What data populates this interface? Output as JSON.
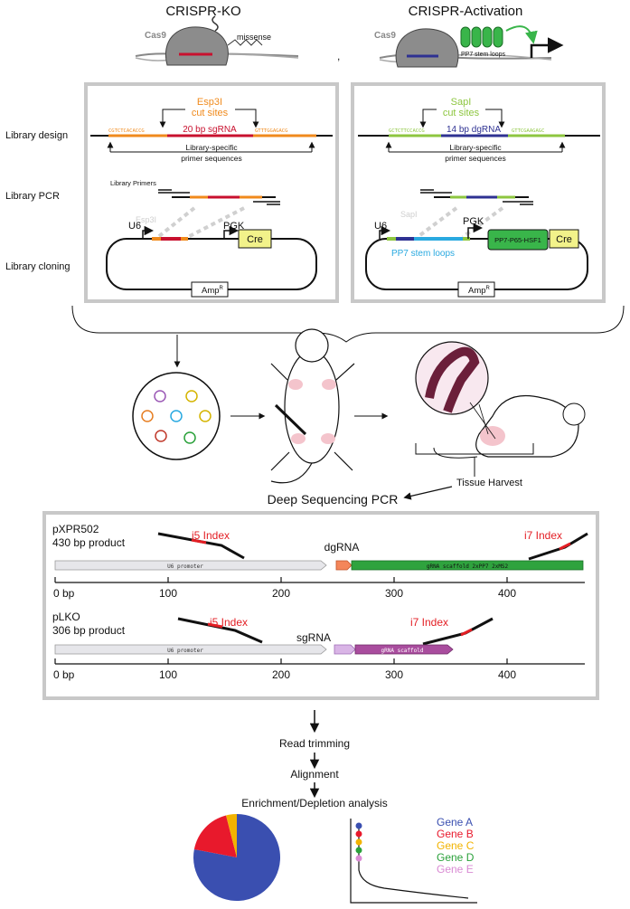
{
  "header": {
    "ko_title": "CRISPR-KO",
    "act_title": "CRISPR-Activation",
    "cas9_label": "Cas9",
    "missense_label": "missense",
    "stem_loops_label": "PP7 stem loops",
    "separator": ","
  },
  "row_labels": {
    "design": "Library design",
    "pcr": "Library PCR",
    "cloning": "Library cloning"
  },
  "ko_panel": {
    "enzyme": "Esp3I",
    "cut_sites": "cut sites",
    "left_site": "CGTCTCACACCG",
    "guide": "20 bp sgRNA",
    "right_site": "GTTTGGAGACG",
    "primer_line1": "Library-specific",
    "primer_line2": "primer sequences",
    "primers_label": "Library Primers",
    "digest_label": "Esp3I",
    "u6": "U6",
    "pgk": "PGK",
    "cre": "Cre",
    "amp": "Amp",
    "amp_sup": "R"
  },
  "act_panel": {
    "enzyme": "SapI",
    "cut_sites": "cut sites",
    "left_site": "GCTCTTCCACCG",
    "guide": "14 bp dgRNA",
    "right_site": "GTTCGAAGAGC",
    "primer_line1": "Library-specific",
    "primer_line2": "primer sequences",
    "digest_label": "SapI",
    "u6": "U6",
    "pgk": "PGK",
    "activator": "PP7-P65-HSF1",
    "cre": "Cre",
    "stem_loops": "PP7 stem loops",
    "amp": "Amp",
    "amp_sup": "R"
  },
  "middle": {
    "tissue_harvest": "Tissue Harvest"
  },
  "deep_seq": {
    "title": "Deep Sequencing PCR",
    "vec1": {
      "name": "pXPR502",
      "product": "430 bp product",
      "i5": "i5 Index",
      "i7": "i7 Index",
      "guide": "dgRNA",
      "promoter": "U6 promoter",
      "scaffold": "gRNA scaffold 2xPP7 2xMS2"
    },
    "vec2": {
      "name": "pLKO",
      "product": "306 bp product",
      "i5": "i5 Index",
      "i7": "i7 Index",
      "guide": "sgRNA",
      "promoter": "U6 promoter",
      "scaffold": "gRNA scaffold"
    },
    "axis_ticks": [
      "0 bp",
      "100",
      "200",
      "300",
      "400"
    ]
  },
  "steps": [
    "Read trimming",
    "Alignment",
    "Enrichment/Depletion analysis"
  ],
  "legend": [
    {
      "label": "Gene A",
      "color": "#3a4fb0"
    },
    {
      "label": "Gene B",
      "color": "#e8192c"
    },
    {
      "label": "Gene C",
      "color": "#f2b300"
    },
    {
      "label": "Gene D",
      "color": "#2aa13a"
    },
    {
      "label": "Gene E",
      "color": "#d98ad3"
    }
  ],
  "pie_fractions": [
    0.78,
    0.18,
    0.04
  ],
  "colors": {
    "ko_orange": "#f08a1c",
    "ko_red": "#c8102e",
    "act_green": "#8dc63f",
    "act_blue": "#2e3192",
    "stem_cyan": "#29a9e0",
    "cre_yellow": "#f2f28a",
    "activator_green": "#39b54a",
    "index_red": "#e31e24",
    "panel_gray": "#c8c8c8"
  }
}
